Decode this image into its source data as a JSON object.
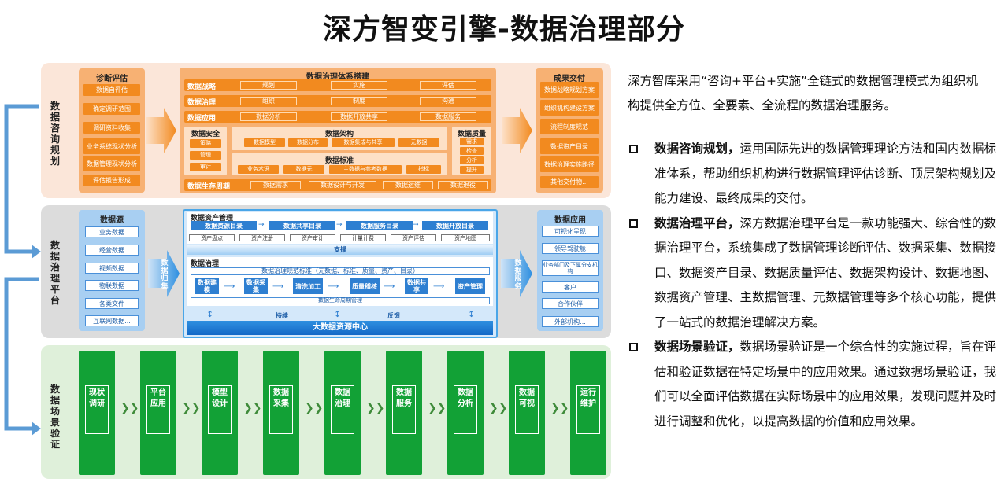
{
  "title": "深方智变引擎-数据治理部分",
  "sections": {
    "consult": {
      "label": "数据咨询规划",
      "diag": {
        "title": "诊断评估",
        "items": [
          "数据自评估",
          "确定调研范围",
          "调研资料收集",
          "业务系统现状分析",
          "数据管理现状分析",
          "评估报告形成"
        ]
      },
      "system": {
        "title": "数据治理体系搭建",
        "rows": [
          {
            "label": "数据战略",
            "cells": [
              "规划",
              "实施",
              "评估"
            ]
          },
          {
            "label": "数据治理",
            "cells": [
              "组织",
              "制度",
              "沟通"
            ]
          },
          {
            "label": "数据应用",
            "cells": [
              "数据分析",
              "数据开放共享",
              "数据服务"
            ]
          }
        ],
        "security": {
          "label": "数据安全",
          "cells": [
            "策略",
            "管理",
            "审计"
          ]
        },
        "arch": {
          "title": "数据架构",
          "cells": [
            "数据模型",
            "数据分布",
            "数据集成与共享",
            "元数据"
          ]
        },
        "std": {
          "title": "数据标准",
          "cells": [
            "业务术语",
            "数据元",
            "主数据与参考数据",
            "指标"
          ]
        },
        "quality": {
          "title": "数据质量",
          "cells": [
            "需求",
            "检查",
            "分析",
            "提升"
          ]
        },
        "lifecycle": {
          "label": "数据生存周期",
          "cells": [
            "数据需求",
            "数据设计与开发",
            "数据运维",
            "数据退役"
          ]
        }
      },
      "delivery": {
        "title": "成果交付",
        "items": [
          "数据战略规划方案",
          "组织机构建设方案",
          "流程制度规范",
          "数据资产目录",
          "数据治理实施路径",
          "其他交付物..."
        ]
      }
    },
    "platform": {
      "label": "数据治理平台",
      "source": {
        "title": "数据源",
        "items": [
          "业务数据",
          "经营数据",
          "视频数据",
          "物联数据",
          "各类文件",
          "互联网数据..."
        ]
      },
      "collect_label": "数据归集",
      "asset": {
        "title": "数据资产管理",
        "flow": [
          "数据资源目录",
          "数据共享目录",
          "数据服务目录",
          "数据开放目录"
        ],
        "cells": [
          "资产盘点",
          "资产注册",
          "资产审计",
          "计量计费",
          "资产评估",
          "资产地图"
        ]
      },
      "support": "支撑",
      "gov": {
        "title": "数据治理",
        "subtitle": "数据治理规范标准（元数据、标准、质量、资产、目录）",
        "flow": [
          "数据建模",
          "数据采集",
          "清洗加工",
          "质量稽核",
          "数据共享",
          "资产管理"
        ],
        "lifecycle": "数据生命周期管理"
      },
      "sustain": "持续",
      "feedback": "反馈",
      "bigdata": "大数据资源中心",
      "service_label": "数据服务",
      "app": {
        "title": "数据应用",
        "items": [
          "可视化呈现",
          "领导驾驶舱",
          "业务部门及下属分支机构",
          "客户",
          "合作伙伴",
          "外部机构..."
        ]
      }
    },
    "scenario": {
      "label": "数据场景验证",
      "steps": [
        "现状调研",
        "平台应用",
        "模型设计",
        "数据采集",
        "数据治理",
        "数据服务",
        "数据分析",
        "数据可视",
        "运行维护"
      ]
    }
  },
  "intro": "深方智库采用“咨询+平台+实施”全链式的数据管理模式为组织机构提供全方位、全要素、全流程的数据治理服务。",
  "points": [
    {
      "head": "数据咨询规划，",
      "body": "运用国际先进的数据管理理论方法和国内数据标准体系，帮助组织机构进行数据管理评估诊断、顶层架构规划及能力建设、最终成果的交付。"
    },
    {
      "head": "数据治理平台，",
      "body": "深方数据治理平台是一款功能强大、综合性的数据治理平台，系统集成了数据管理诊断评估、数据采集、数据接口、数据资产目录、数据质量评估、数据架构设计、数据地图、数据资产管理、主数据管理、元数据管理等多个核心功能，提供了一站式的数据治理解决方案。"
    },
    {
      "head": "数据场景验证，",
      "body": "数据场景验证是一个综合性的实施过程，旨在评估和验证数据在特定场景中的应用效果。通过数据场景验证，我们可以全面评估数据在实际场景中的应用效果，发现问题并及时进行调整和优化，以提高数据的价值和应用效果。"
    }
  ],
  "colors": {
    "orange": "#f28a1f",
    "blue": "#2e7fd1",
    "green": "#12a136",
    "connector": "#5b9bd5"
  }
}
